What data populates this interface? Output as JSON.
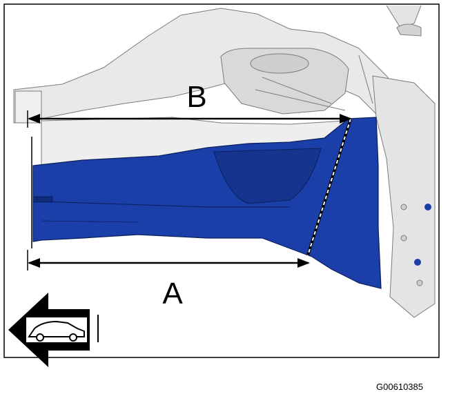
{
  "labels": {
    "dimension_b": "B",
    "dimension_a": "A"
  },
  "figure_code": "G00610385",
  "colors": {
    "highlight_part": "#1a3fa8",
    "body_structure": "#e9e9e9",
    "outline": "#000000"
  },
  "icons": {
    "direction": "car-forward-arrow-icon"
  }
}
